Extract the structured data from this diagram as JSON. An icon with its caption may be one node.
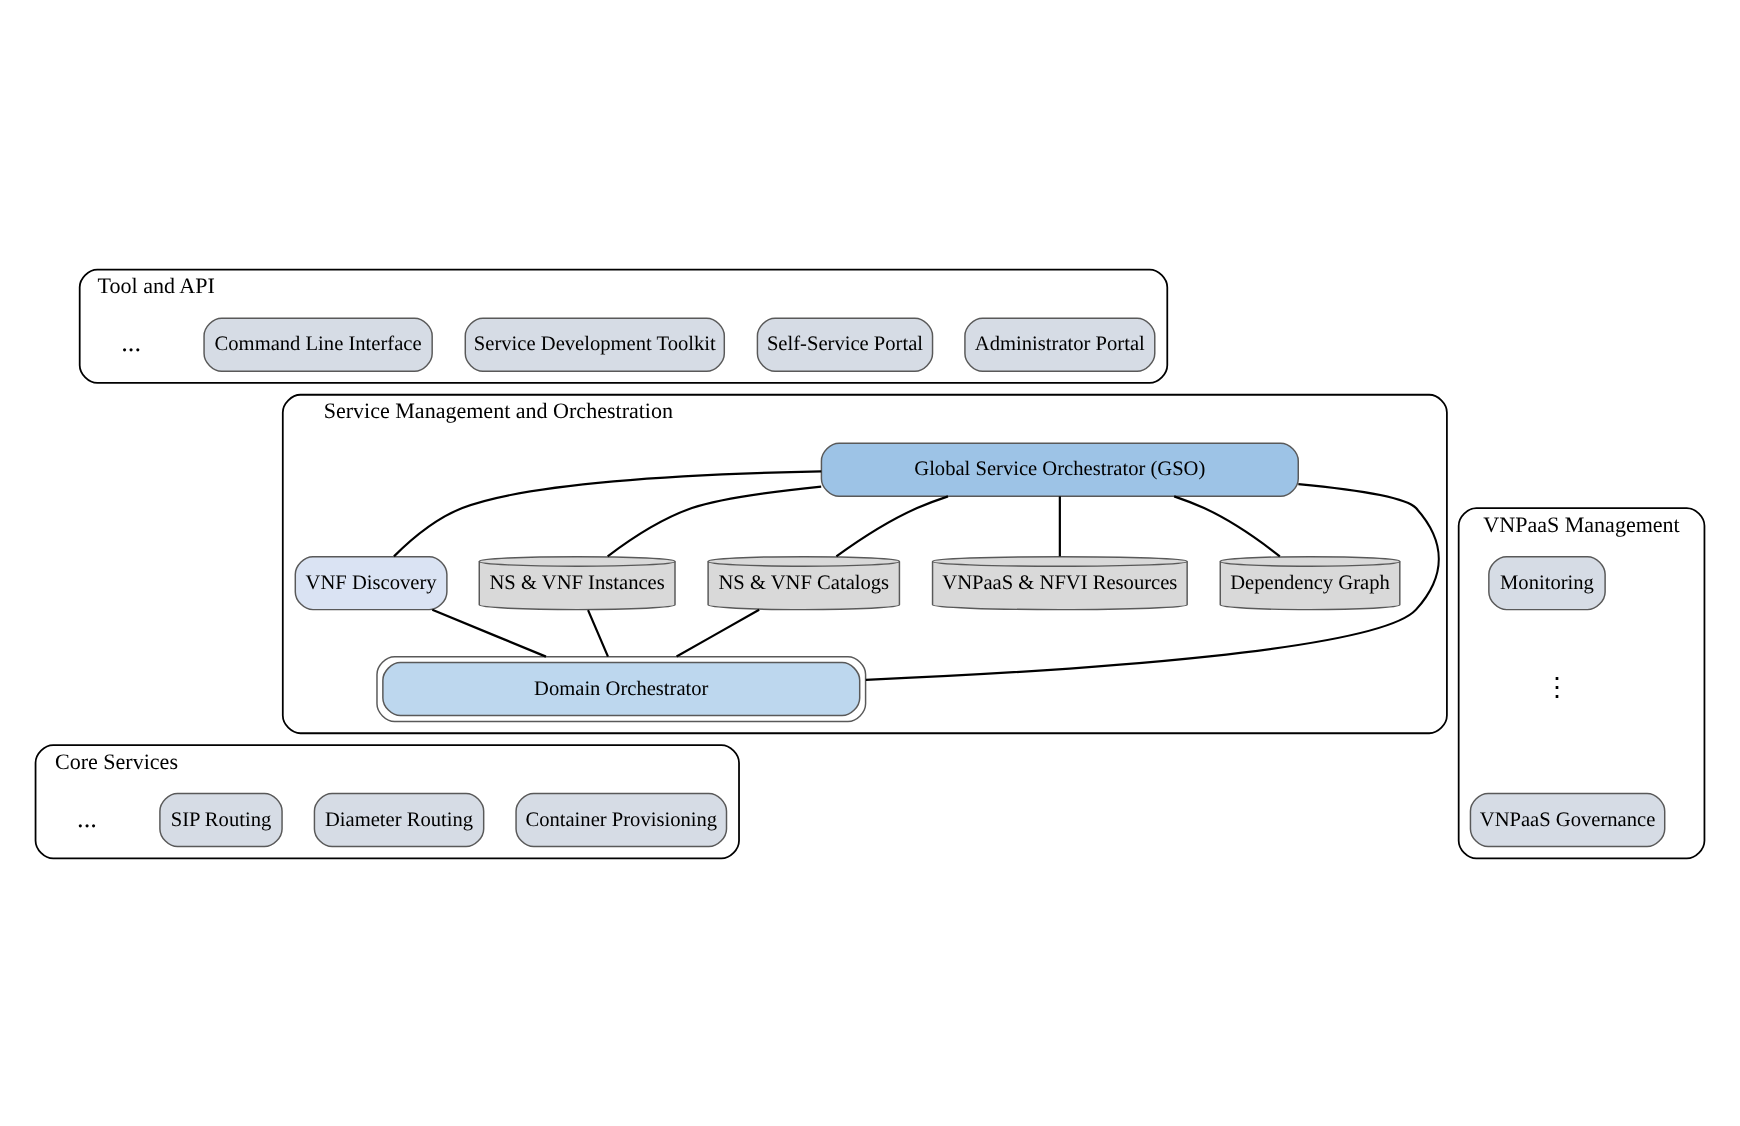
{
  "diagram": {
    "nodes": [
      {
        "text": [
          "Tool and API"
        ]
      },
      {
        "text": [
          "Administrator Portal"
        ],
        "in": 0
      },
      {
        "text": [
          "Self-Service Portal"
        ],
        "in": 0
      },
      {
        "text": [
          "Service Development Toolkit"
        ],
        "in": 0
      },
      {
        "text": [
          "Command Line Interface"
        ],
        "in": 0
      },
      {
        "text": [
          "Service Management and Orchestration"
        ]
      },
      {
        "text": [
          "Global Service Orchestrator (GSO)"
        ],
        "in": 5
      },
      {
        "text": [
          "VNF Discovery"
        ],
        "in": 5
      },
      {
        "text": [
          "NS & VNF Instances"
        ],
        "in": 5
      },
      {
        "text": [
          "NS & VNF Catalogs"
        ],
        "in": 5
      },
      {
        "text": [
          "VNPaaS & NFVI Resources"
        ],
        "in": 5
      },
      {
        "text": [
          "Dependency Graph"
        ],
        "in": 5
      },
      {
        "text": [
          "Domain Orchestrator"
        ],
        "in": 5
      },
      {
        "text": [
          "Core Services"
        ]
      },
      {
        "text": [
          "Container Provisioning"
        ],
        "in": 13
      },
      {
        "text": [
          "Diameter Routing"
        ],
        "in": 13
      },
      {
        "text": [
          "SIP Routing"
        ],
        "in": 13
      },
      {
        "text": [
          "VNPaaS Management"
        ]
      },
      {
        "text": [
          "Monitoring"
        ],
        "in": 17
      },
      {
        "text": [
          "VNPaaS Governance"
        ],
        "in": 17
      }
    ],
    "edges": [
      {
        "from": 6,
        "to": 7,
        "arrow": "none"
      },
      {
        "from": 6,
        "to": 8,
        "arrow": "none"
      },
      {
        "from": 6,
        "to": 9,
        "arrow": "none"
      },
      {
        "from": 6,
        "to": 10,
        "arrow": "none"
      },
      {
        "from": 6,
        "to": 11,
        "arrow": "none"
      },
      {
        "from": 6,
        "to": 12,
        "arrow": "none"
      },
      {
        "from": 8,
        "to": 12,
        "arrow": "none"
      },
      {
        "from": 9,
        "to": 12,
        "arrow": "none"
      },
      {
        "from": 7,
        "to": 12,
        "arrow": "none"
      }
    ],
    "labels": [
      "...",
      "⋮",
      "..."
    ]
  }
}
